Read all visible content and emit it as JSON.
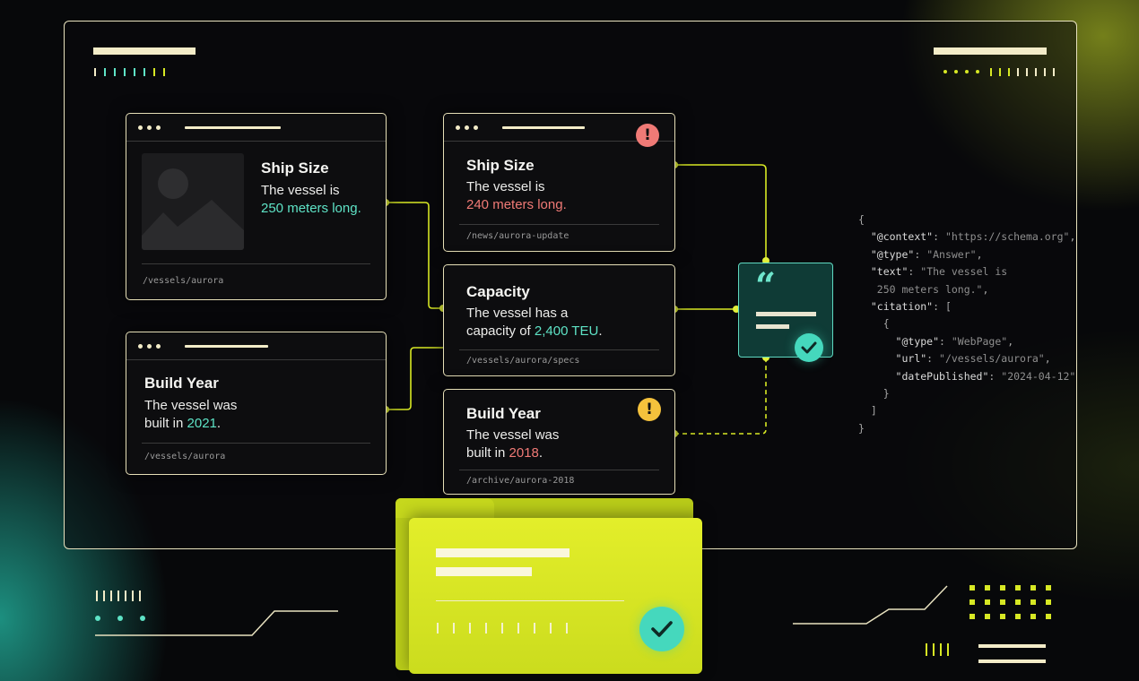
{
  "cards": {
    "ship_size_source": {
      "title": "Ship Size",
      "line1": "The vessel is",
      "highlight": "250 meters long.",
      "path": "/vessels/aurora"
    },
    "build_year_source": {
      "title": "Build Year",
      "line1": "The vessel was",
      "line2_prefix": "built in ",
      "highlight": "2021",
      "line2_suffix": ".",
      "path": "/vessels/aurora"
    },
    "ship_size_conflict": {
      "title": "Ship Size",
      "line1": "The vessel is",
      "highlight": "240 meters long.",
      "path": "/news/aurora-update",
      "badge": "!"
    },
    "capacity": {
      "title": "Capacity",
      "line1": "The vessel has a",
      "line2_prefix": "capacity of ",
      "highlight": "2,400 TEU",
      "line2_suffix": ".",
      "path": "/vessels/aurora/specs"
    },
    "build_year_conflict": {
      "title": "Build Year",
      "line1": "The vessel was",
      "line2_prefix": "built in ",
      "highlight": "2018",
      "line2_suffix": ".",
      "path": "/archive/aurora-2018",
      "badge": "!"
    }
  },
  "json_code": {
    "open": "{",
    "context_key": "\"@context\"",
    "context_val": "\"https://schema.org\"",
    "type_key": "\"@type\"",
    "type_val": "\"Answer\"",
    "text_key": "\"text\"",
    "text_val1": "\"The vessel is",
    "text_val2": "250 meters long.\"",
    "citation_key": "\"citation\"",
    "citation_open": "[",
    "obj_open": "{",
    "obj_type_key": "\"@type\"",
    "obj_type_val": "\"WebPage\"",
    "url_key": "\"url\"",
    "url_val": "\"/vessels/aurora\"",
    "date_key": "\"datePublished\"",
    "date_val": "\"2024-04-12\"",
    "obj_close": "}",
    "citation_close": "]",
    "close": "}"
  },
  "colors": {
    "accent_lime": "#d7e824",
    "accent_teal": "#5ee3c6",
    "conflict_red": "#f07a76",
    "warning_amber": "#f5c23c",
    "card_border": "#e6dfb7"
  },
  "icons": {
    "quote": "quote-icon",
    "check": "check-icon",
    "error": "exclamation-icon",
    "warning": "exclamation-icon",
    "image": "image-placeholder-icon",
    "folder": "folder-icon"
  },
  "quote_card": {
    "mark": "“"
  }
}
